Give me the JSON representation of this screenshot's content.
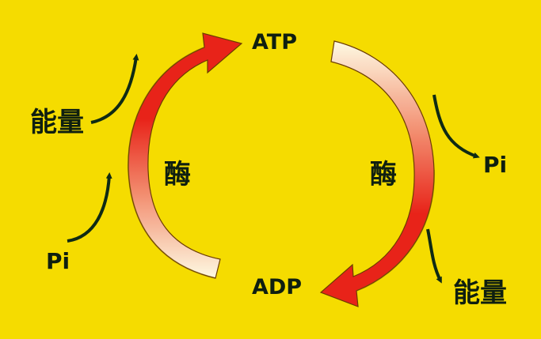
{
  "labels": {
    "atp": "ATP",
    "adp": "ADP",
    "enzyme_left": "酶",
    "enzyme_right": "酶",
    "energy_left": "能量",
    "energy_right": "能量",
    "pi_left": "Pi",
    "pi_right": "Pi"
  },
  "colors": {
    "background": "#f5dc00",
    "arrow_red": "#e8201a",
    "arrow_fade": "#ffffff",
    "text_dark": "#0f1f10",
    "small_arrow": "#0f2a14"
  },
  "icons": {
    "synthesis_arrow": "curved-arrow-up",
    "hydrolysis_arrow": "curved-arrow-down"
  }
}
